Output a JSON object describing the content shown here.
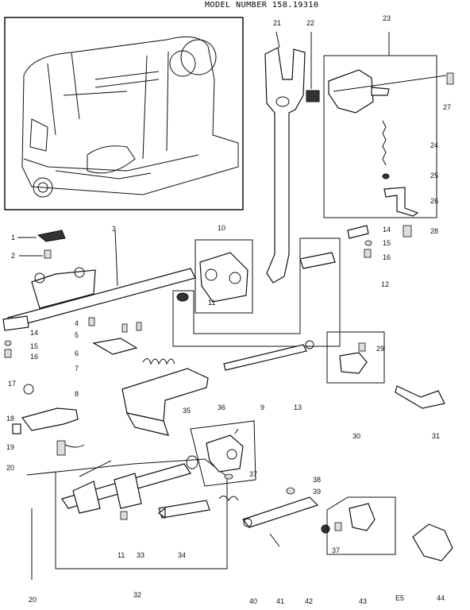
{
  "header": {
    "title": "MODEL NUMBER 158.19310"
  },
  "footer": {
    "code": "E5"
  },
  "callouts": [
    "1",
    "2",
    "3",
    "4",
    "5",
    "6",
    "7",
    "8",
    "9",
    "10",
    "11",
    "12",
    "13",
    "14",
    "15",
    "16",
    "17",
    "18",
    "19",
    "20",
    "21",
    "22",
    "23",
    "24",
    "25",
    "26",
    "27",
    "28",
    "29",
    "30",
    "31",
    "32",
    "33",
    "34",
    "35",
    "36",
    "37",
    "38",
    "39",
    "40",
    "41",
    "42",
    "43",
    "44"
  ],
  "repeat_callouts": {
    "n11b": "11",
    "n14b": "14",
    "n15b": "15",
    "n16b": "16",
    "n20b": "20",
    "n37b": "37"
  }
}
